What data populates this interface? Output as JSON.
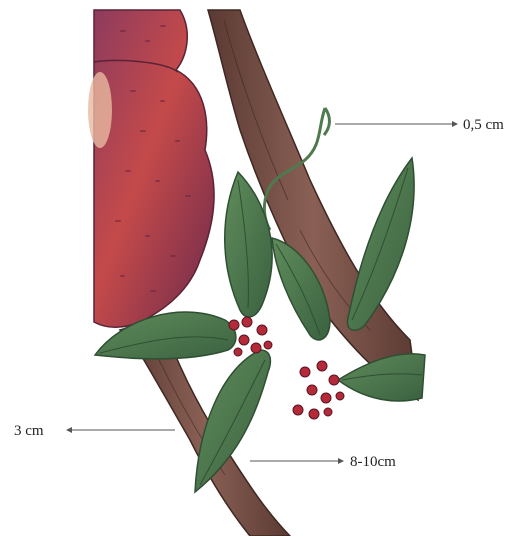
{
  "annotations": {
    "tendril": {
      "text": "0,5 cm"
    },
    "trunk": {
      "text": "3 cm"
    },
    "leaf": {
      "text": "8-10cm"
    }
  },
  "colors": {
    "stem": "#7a5248",
    "stem_dark": "#4e332d",
    "fruit": "#b8444e",
    "fruit_dark": "#7e2e46",
    "leaf": "#4f7a4e",
    "leaf_dark": "#2f4f33",
    "berry": "#b32a3a",
    "arrow": "#555555"
  }
}
